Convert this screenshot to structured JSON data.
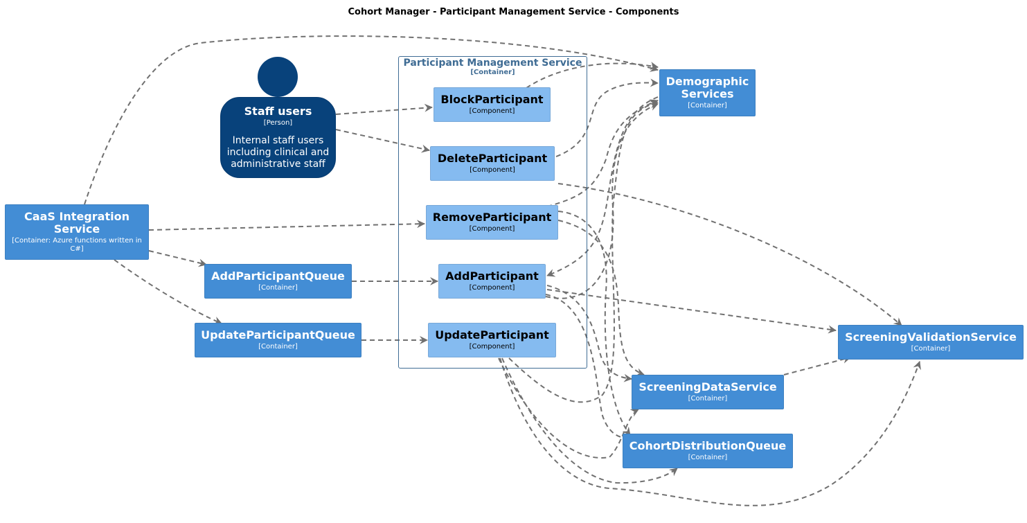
{
  "title": "Cohort Manager - Participant Management Service - Components",
  "boundary": {
    "name": "Participant Management Service",
    "type": "[Container]"
  },
  "person": {
    "name": "Staff users",
    "type": "[Person]",
    "description": "Internal staff users including clinical and administrative staff"
  },
  "containers": {
    "caas": {
      "name": "CaaS Integration Service",
      "type": "[Container: Azure functions written in C#]"
    },
    "add_queue": {
      "name": "AddParticipantQueue",
      "type": "[Container]"
    },
    "update_queue": {
      "name": "UpdateParticipantQueue",
      "type": "[Container]"
    },
    "demographic": {
      "name": "Demographic Services",
      "type": "[Container]"
    },
    "validation": {
      "name": "ScreeningValidationService",
      "type": "[Container]"
    },
    "screening_data": {
      "name": "ScreeningDataService",
      "type": "[Container]"
    },
    "cohort_queue": {
      "name": "CohortDistributionQueue",
      "type": "[Container]"
    }
  },
  "components": {
    "block": {
      "name": "BlockParticipant",
      "type": "[Component]"
    },
    "delete": {
      "name": "DeleteParticipant",
      "type": "[Component]"
    },
    "remove": {
      "name": "RemoveParticipant",
      "type": "[Component]"
    },
    "add": {
      "name": "AddParticipant",
      "type": "[Component]"
    },
    "update": {
      "name": "UpdateParticipant",
      "type": "[Component]"
    }
  },
  "colors": {
    "person": "#08427b",
    "container": "#438dd5",
    "component": "#85bbf0",
    "boundary": "#3f6c94",
    "arrow": "#707070"
  }
}
